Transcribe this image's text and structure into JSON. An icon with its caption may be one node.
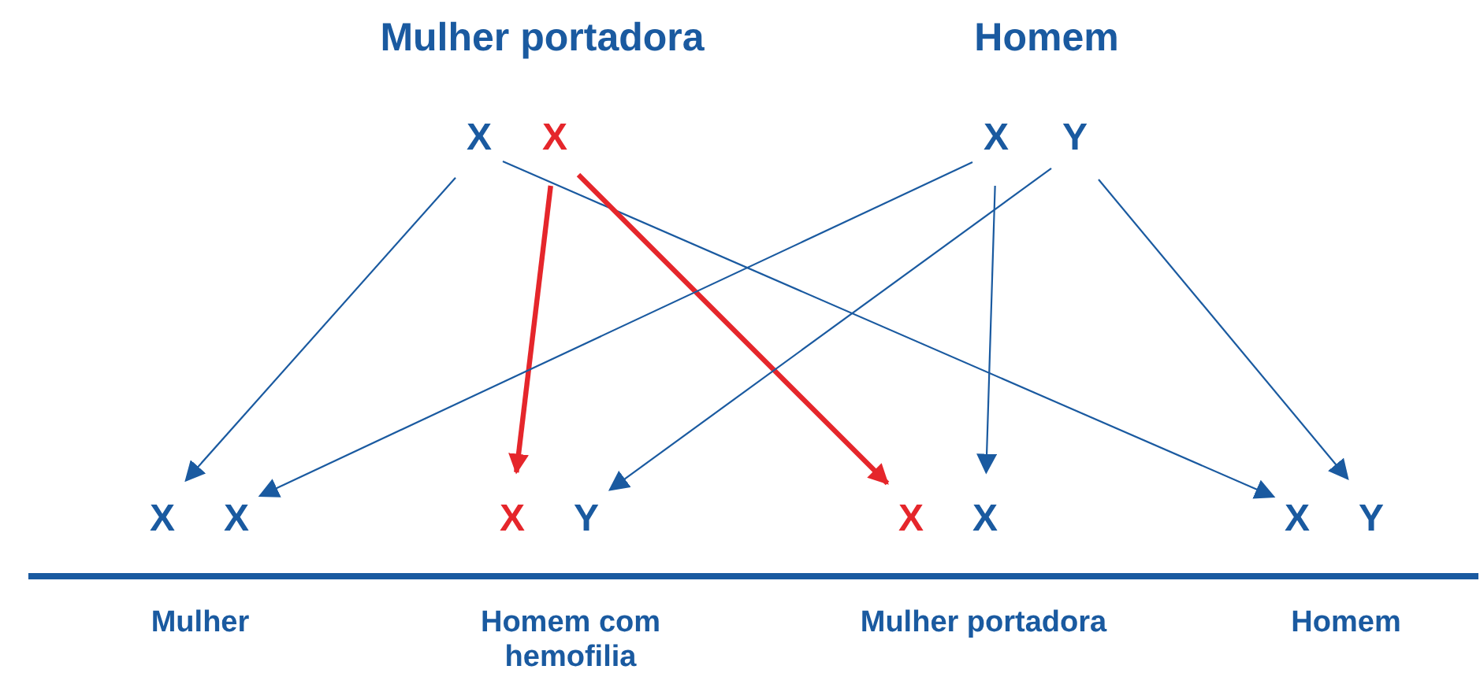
{
  "diagram": {
    "nodes": [
      {
        "text": [
          "X"
        ]
      },
      {
        "text": [
          "X"
        ]
      },
      {
        "text": [
          "X"
        ]
      },
      {
        "text": [
          "Y"
        ]
      },
      {
        "text": [
          "X"
        ]
      },
      {
        "text": [
          "X"
        ]
      },
      {
        "text": [
          "X"
        ]
      },
      {
        "text": [
          "Y"
        ]
      },
      {
        "text": [
          "X"
        ]
      },
      {
        "text": [
          "X"
        ]
      },
      {
        "text": [
          "X"
        ]
      },
      {
        "text": [
          "Y"
        ]
      }
    ],
    "edges": [
      {
        "from": 0,
        "to": 4,
        "arrow": "to"
      },
      {
        "from": 0,
        "to": 10,
        "arrow": "to"
      },
      {
        "from": 1,
        "to": 6,
        "arrow": "to",
        "style": "thick",
        "color": "#e5262b"
      },
      {
        "from": 1,
        "to": 8,
        "arrow": "to",
        "style": "thick",
        "color": "#e5262b"
      },
      {
        "from": 2,
        "to": 5,
        "arrow": "to"
      },
      {
        "from": 2,
        "to": 9,
        "arrow": "to"
      },
      {
        "from": 3,
        "to": 7,
        "arrow": "to"
      },
      {
        "from": 3,
        "to": 11,
        "arrow": "to"
      }
    ],
    "labels": [
      "Mulher portadora",
      "Homem",
      "Mulher",
      "Homem com hemofilia",
      "Mulher portadora",
      "Homem"
    ]
  }
}
